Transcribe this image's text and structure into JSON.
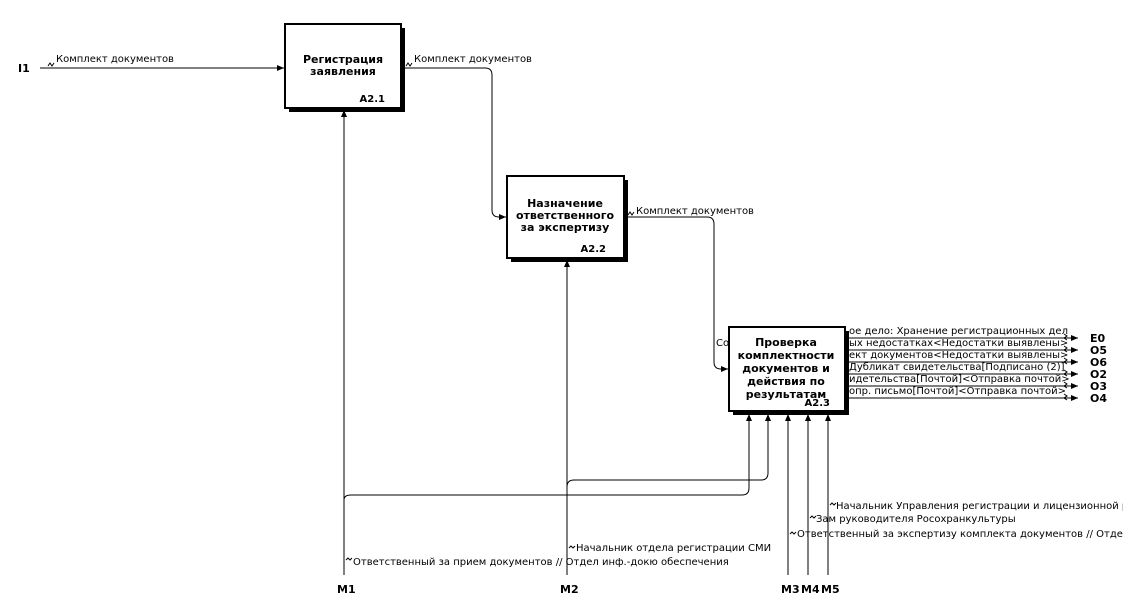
{
  "activities": [
    {
      "lines": [
        "Регистрация",
        "заявления"
      ],
      "node": "A2.1"
    },
    {
      "lines": [
        "Назначение",
        "ответственного",
        "за экспертизу"
      ],
      "node": "A2.2"
    },
    {
      "lines": [
        "Проверка",
        "комплектности",
        "документов и",
        "действия по",
        "результатам"
      ],
      "node": "A2.3"
    }
  ],
  "arrow_labels": {
    "i1_input": "Комплект документов",
    "a21_output": "Комплект документов",
    "a22_output": "Комплект документов",
    "a23_input_partial": "Со",
    "m1": "Ответственный за прием документов // Отдел инф.-докю обеспечения",
    "m2": "Начальник отдела регистрации СМИ",
    "m3": "Ответственный за экспертизу комплекта документов // Отдел р",
    "m4": "Зам руководителя Росохранкультуры",
    "m5": "Начальник Управления регистрации и лицензионной раб"
  },
  "outputs": [
    {
      "label": "ое дело: Хранение регистрационных дел",
      "code": "E0"
    },
    {
      "label": "ых недостатках<Недостатки выявлены>",
      "code": "O5"
    },
    {
      "label": "ект документов<Недостатки выявлены>",
      "code": "O6"
    },
    {
      "label": "Дубликат свидетельства[Подписано (2)]",
      "code": "O2"
    },
    {
      "label": "идетельства[Почтой]<Отправка почтой>",
      "code": "O3"
    },
    {
      "label": "опр. письмо[Почтой]<Отправка почтой>",
      "code": "O4"
    }
  ],
  "ports": {
    "input": "I1",
    "mechanisms": [
      "M1",
      "M2",
      "M3",
      "M4",
      "M5"
    ]
  }
}
